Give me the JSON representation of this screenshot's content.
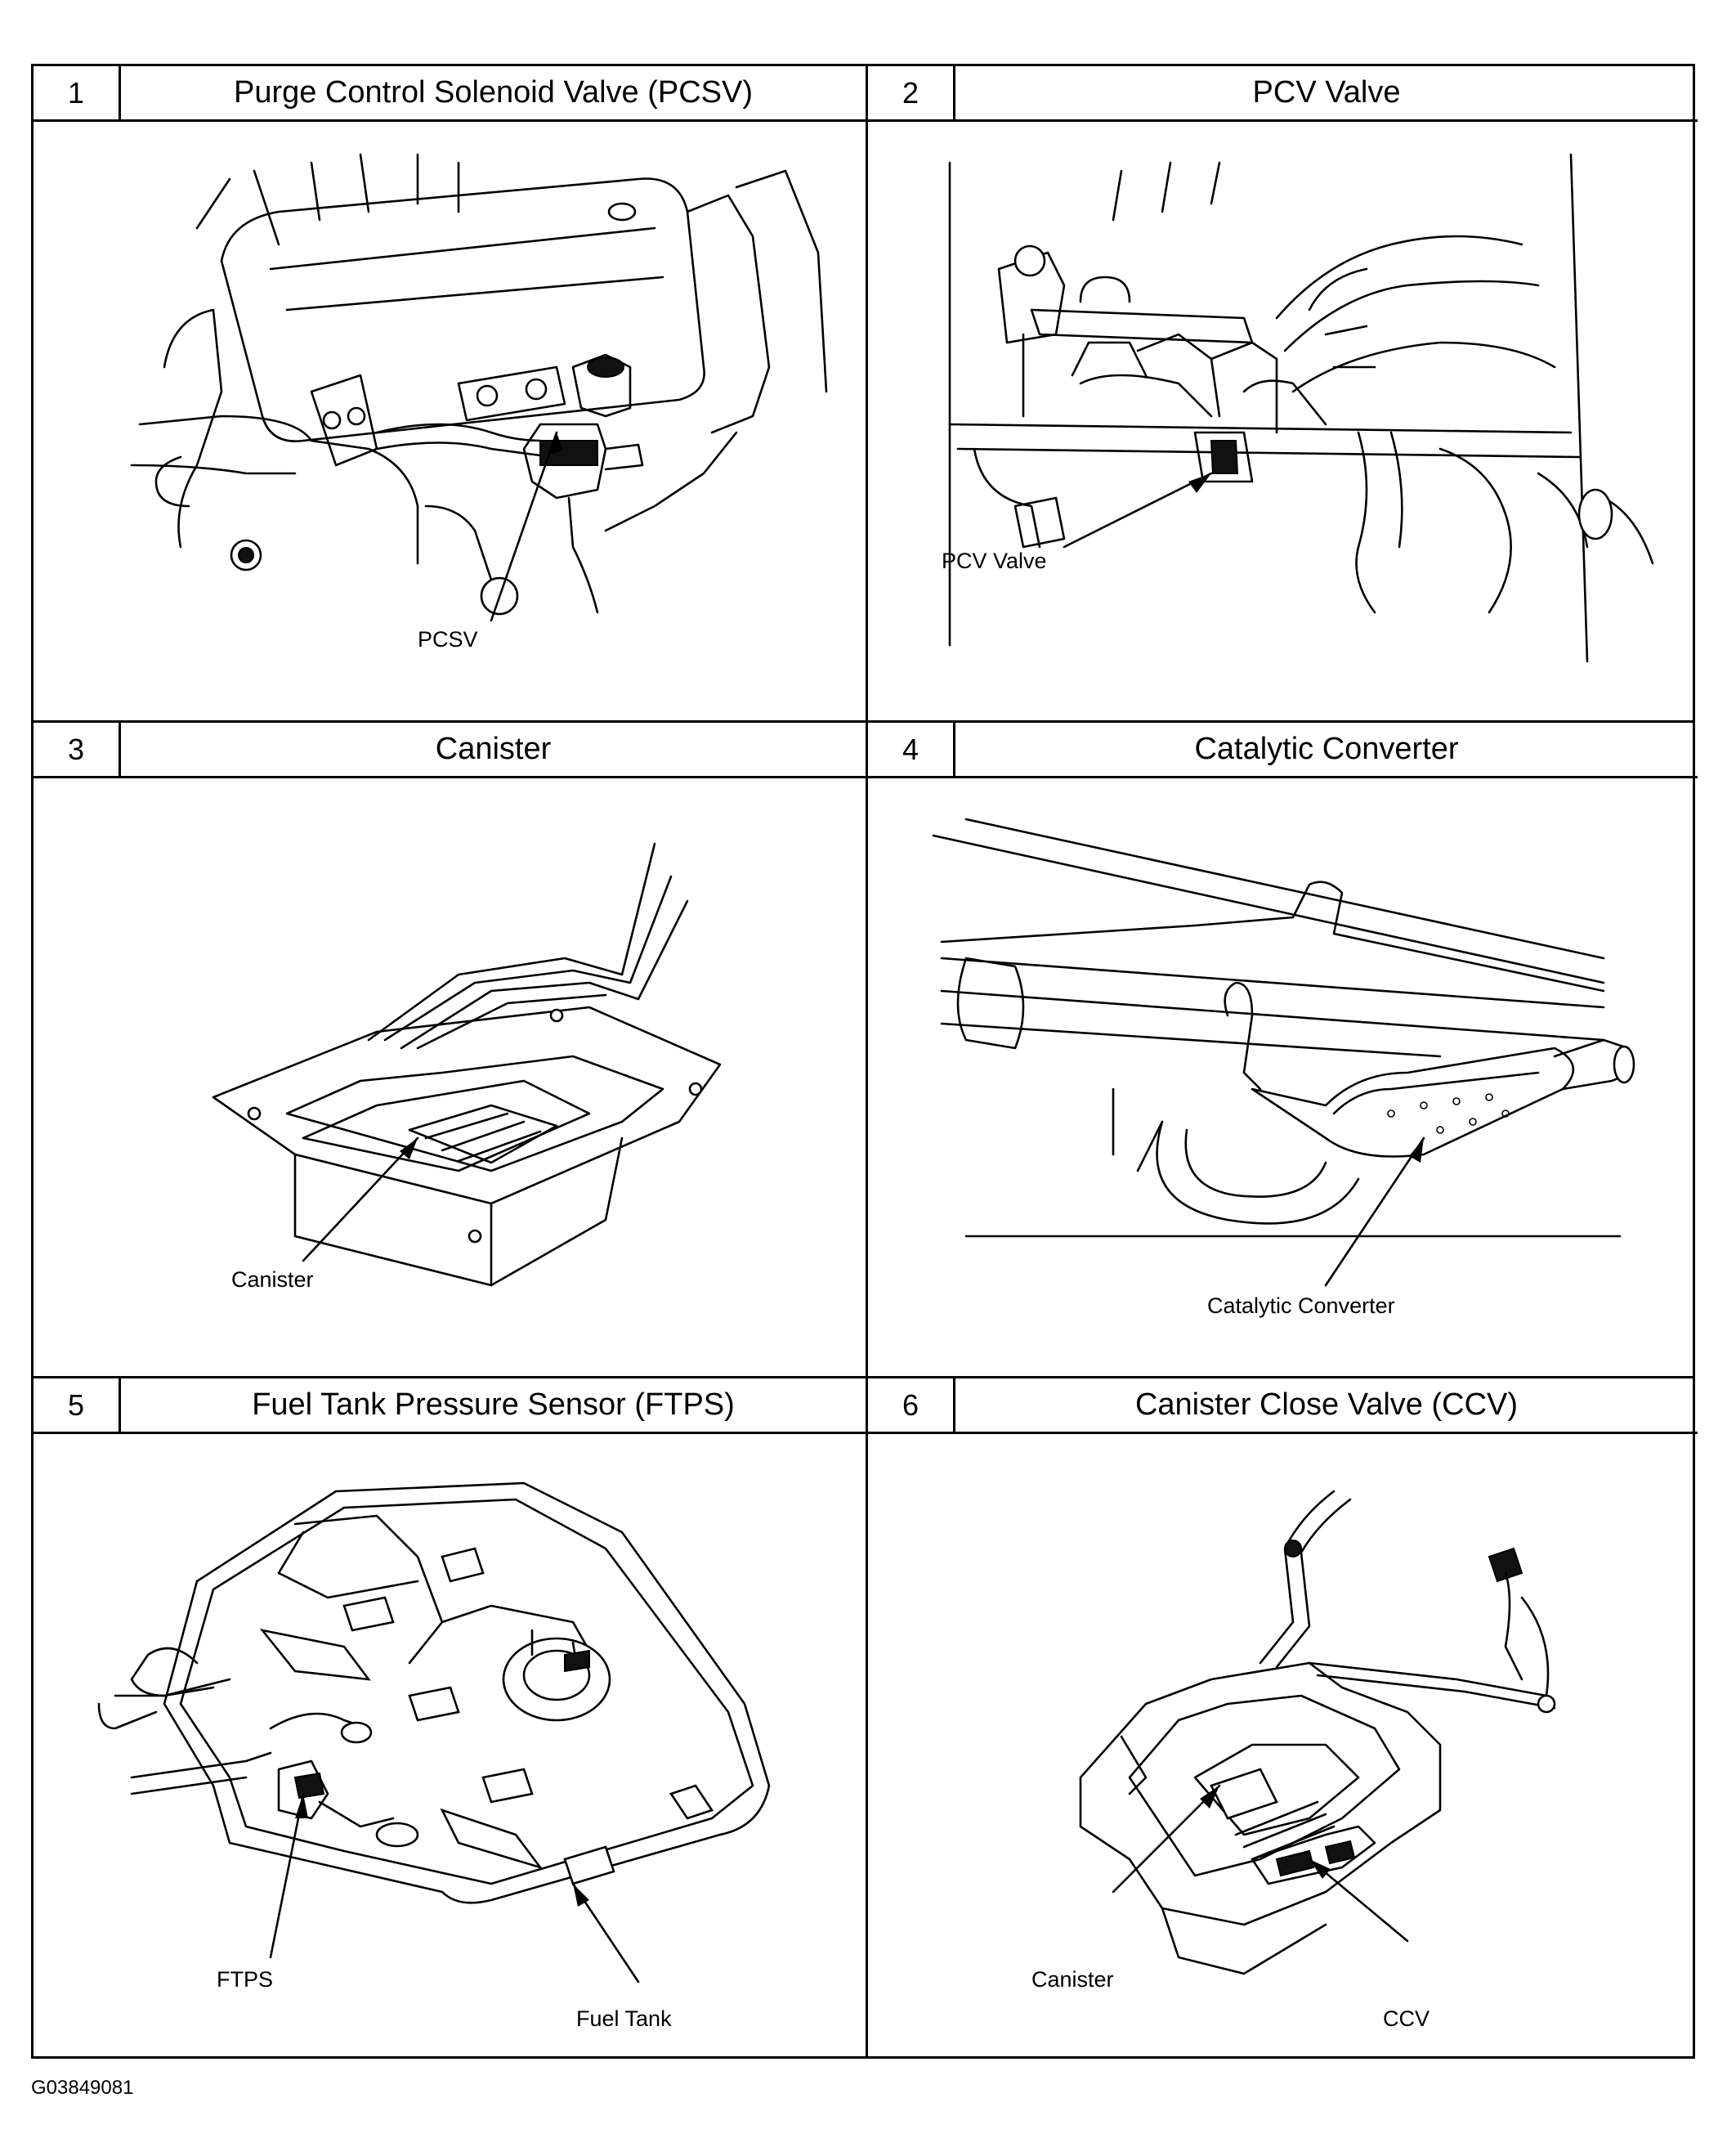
{
  "panels": [
    {
      "number": "1",
      "title": "Purge Control Solenoid Valve (PCSV)",
      "callouts": [
        "PCSV"
      ]
    },
    {
      "number": "2",
      "title": "PCV Valve",
      "callouts": [
        "PCV Valve"
      ]
    },
    {
      "number": "3",
      "title": "Canister",
      "callouts": [
        "Canister"
      ]
    },
    {
      "number": "4",
      "title": "Catalytic Converter",
      "callouts": [
        "Catalytic Converter"
      ]
    },
    {
      "number": "5",
      "title": "Fuel Tank Pressure Sensor (FTPS)",
      "callouts": [
        "FTPS",
        "Fuel Tank"
      ]
    },
    {
      "number": "6",
      "title": "Canister Close Valve (CCV)",
      "callouts": [
        "Canister",
        "CCV"
      ]
    }
  ],
  "figure_id": "G03849081"
}
